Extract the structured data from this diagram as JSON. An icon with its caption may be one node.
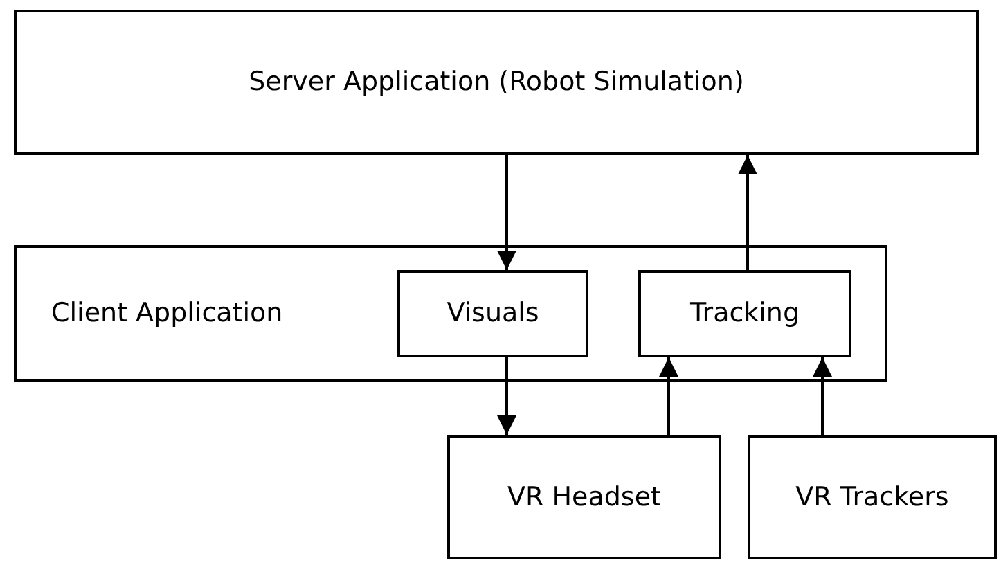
{
  "diagram": {
    "nodes": [
      {
        "text": [
          "Server Application (Robot Simulation)"
        ]
      },
      {
        "text": [
          "Client Application"
        ]
      },
      {
        "text": [
          "Visuals"
        ],
        "in": 1
      },
      {
        "text": [
          "Tracking"
        ],
        "in": 1
      },
      {
        "text": [
          "VR Headset"
        ]
      },
      {
        "text": [
          "VR Trackers"
        ]
      }
    ],
    "edges": [
      {
        "from": 0,
        "to": 2,
        "arrow": "to"
      },
      {
        "from": 3,
        "to": 0,
        "arrow": "to"
      },
      {
        "from": 2,
        "to": 4,
        "arrow": "to"
      },
      {
        "from": 4,
        "to": 3,
        "arrow": "to"
      },
      {
        "from": 5,
        "to": 3,
        "arrow": "to"
      }
    ]
  }
}
